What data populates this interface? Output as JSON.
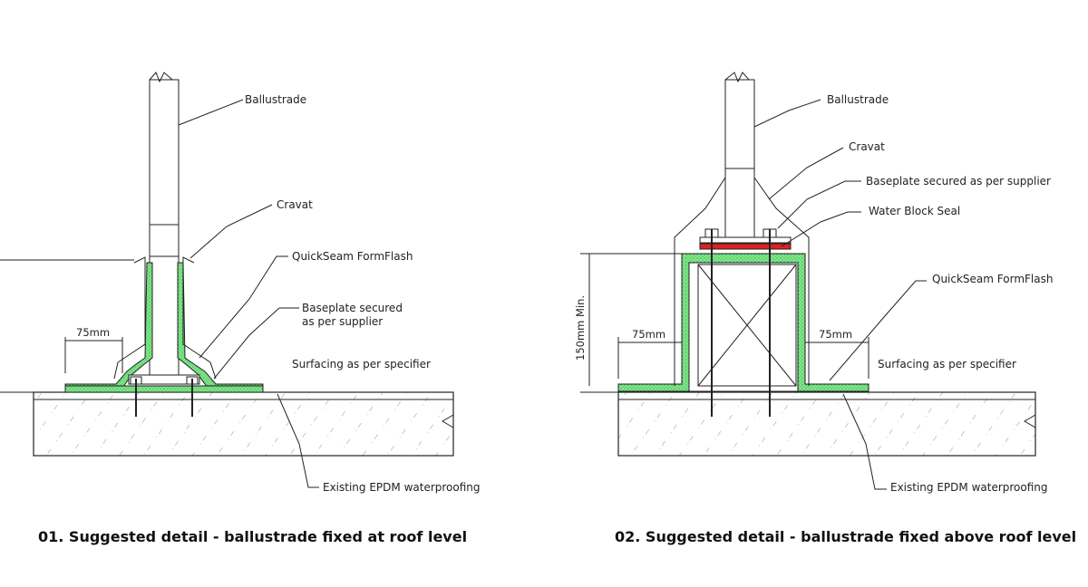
{
  "left": {
    "labels": {
      "ballustrade": "Ballustrade",
      "cravat": "Cravat",
      "formflash": "QuickSeam FormFlash",
      "baseplate_1": "Baseplate secured",
      "baseplate_2": "as per supplier",
      "surfacing": "Surfacing as per specifier",
      "epdm": "Existing EPDM waterproofing",
      "dim_75": "75mm"
    },
    "caption": "01. Suggested detail - ballustrade fixed at roof level"
  },
  "right": {
    "labels": {
      "ballustrade": "Ballustrade",
      "cravat": "Cravat",
      "baseplate": "Baseplate secured as per supplier",
      "water_block": "Water Block Seal",
      "formflash": "QuickSeam FormFlash",
      "surfacing": "Surfacing as per specifier",
      "epdm": "Existing EPDM waterproofing",
      "dim_left": "75mm",
      "dim_right": "75mm",
      "dim_height": "150mm Min."
    },
    "caption": "02. Suggested detail - ballustrade fixed above roof level"
  },
  "colors": {
    "membrane": "#7ee88a",
    "seal": "#e02020",
    "line": "#222222"
  }
}
